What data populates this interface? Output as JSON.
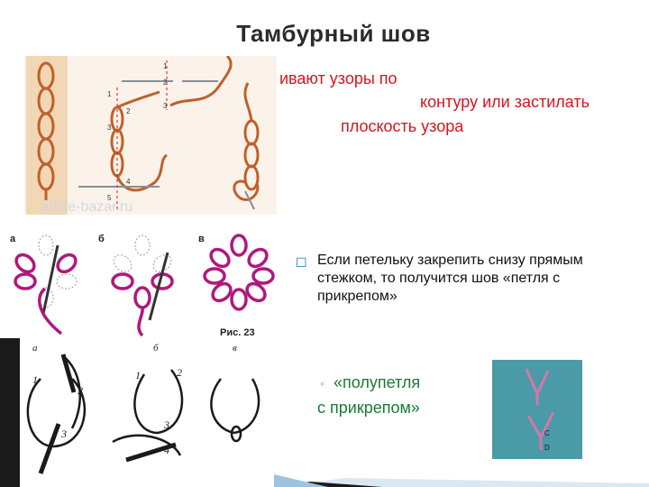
{
  "slide": {
    "title": "Тамбурный шов",
    "red_text": {
      "line1": "ивают узоры по",
      "line2": "контуру или застилать",
      "line3": "плоскость узора"
    },
    "bullet_text": "Если петельку закрепить снизу прямым стежком, то получится шов «петля с прикрепом»",
    "sub_bullet_line1": "«полупетля",
    "sub_bullet_line2": "с прикрепом»"
  },
  "figure_top": {
    "watermark": "artlife-bazar.ru",
    "step_numbers": [
      "1",
      "2",
      "3",
      "1",
      "2",
      "3",
      "4",
      "5"
    ]
  },
  "figure_middle": {
    "labels": [
      "а",
      "б",
      "в"
    ],
    "caption": "Рис. 23"
  },
  "figure_bottom": {
    "labels": [
      "а",
      "б",
      "в"
    ],
    "numbers": [
      "1",
      "2",
      "3",
      "1",
      "2",
      "3",
      "4"
    ]
  },
  "figure_photo": {
    "letters": [
      "C",
      "D"
    ]
  },
  "colors": {
    "accent_red": "#d8141e",
    "accent_green": "#1a7a33",
    "thread_brown": "#c0602a",
    "thread_magenta": "#b0187c",
    "fabric_blue": "#4a9aa8"
  }
}
